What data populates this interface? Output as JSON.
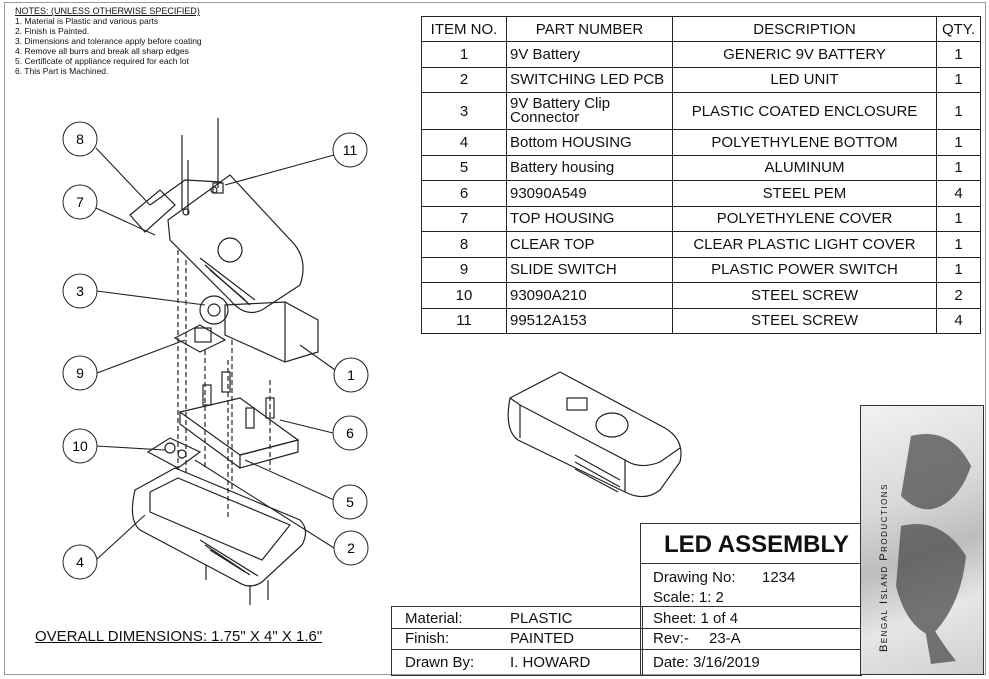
{
  "notes": {
    "title": "NOTES: (UNLESS OTHERWISE SPECIFIED)",
    "items": [
      "1. Material is Plastic and various parts",
      "2. Finish is Painted.",
      "3. Dimensions and tolerance apply before coating",
      "4. Remove all burrs and break all sharp edges",
      "5. Certificate of appliance required for each lot",
      "6. This Part is Machined."
    ]
  },
  "bom": {
    "headers": {
      "item": "ITEM NO.",
      "part": "PART NUMBER",
      "desc": "DESCRIPTION",
      "qty": "QTY."
    },
    "rows": [
      {
        "item": "1",
        "part": "9V Battery",
        "desc": "GENERIC 9V BATTERY",
        "qty": "1"
      },
      {
        "item": "2",
        "part": "SWITCHING LED PCB",
        "desc": "LED UNIT",
        "qty": "1"
      },
      {
        "item": "3",
        "part": "9V Battery Clip Connector",
        "desc": "PLASTIC COATED ENCLOSURE",
        "qty": "1"
      },
      {
        "item": "4",
        "part": "Bottom HOUSING",
        "desc": "POLYETHYLENE BOTTOM",
        "qty": "1"
      },
      {
        "item": "5",
        "part": "Battery housing",
        "desc": "ALUMINUM",
        "qty": "1"
      },
      {
        "item": "6",
        "part": "93090A549",
        "desc": "STEEL PEM",
        "qty": "4"
      },
      {
        "item": "7",
        "part": "TOP HOUSING",
        "desc": "POLYETHYLENE COVER",
        "qty": "1"
      },
      {
        "item": "8",
        "part": "CLEAR TOP",
        "desc": "CLEAR PLASTIC LIGHT COVER",
        "qty": "1"
      },
      {
        "item": "9",
        "part": "SLIDE SWITCH",
        "desc": "PLASTIC POWER SWITCH",
        "qty": "1"
      },
      {
        "item": "10",
        "part": "93090A210",
        "desc": "STEEL SCREW",
        "qty": "2"
      },
      {
        "item": "11",
        "part": "99512A153",
        "desc": "STEEL SCREW",
        "qty": "4"
      }
    ]
  },
  "balloons": [
    "8",
    "11",
    "7",
    "3",
    "1",
    "9",
    "6",
    "10",
    "5",
    "2",
    "4"
  ],
  "overall_dimensions": "OVERALL DIMENSIONS: 1.75\" X 4\" X 1.6\"",
  "title_block": {
    "title": "LED ASSEMBLY",
    "drawing_no_label": "Drawing No:",
    "drawing_no": "1234",
    "scale": "Scale: 1: 2",
    "sheet": "Sheet: 1 of 4",
    "rev_label": "Rev:-",
    "rev": "23-A",
    "date": "Date: 3/16/2019",
    "material_label": "Material:",
    "material": "PLASTIC",
    "finish_label": "Finish:",
    "finish": "PAINTED",
    "drawn_by_label": "Drawn By:",
    "drawn_by": "I. HOWARD",
    "company": "Bengal Island Productions"
  },
  "colors": {
    "line": "#222222",
    "border": "#333333",
    "paper": "#ffffff"
  }
}
